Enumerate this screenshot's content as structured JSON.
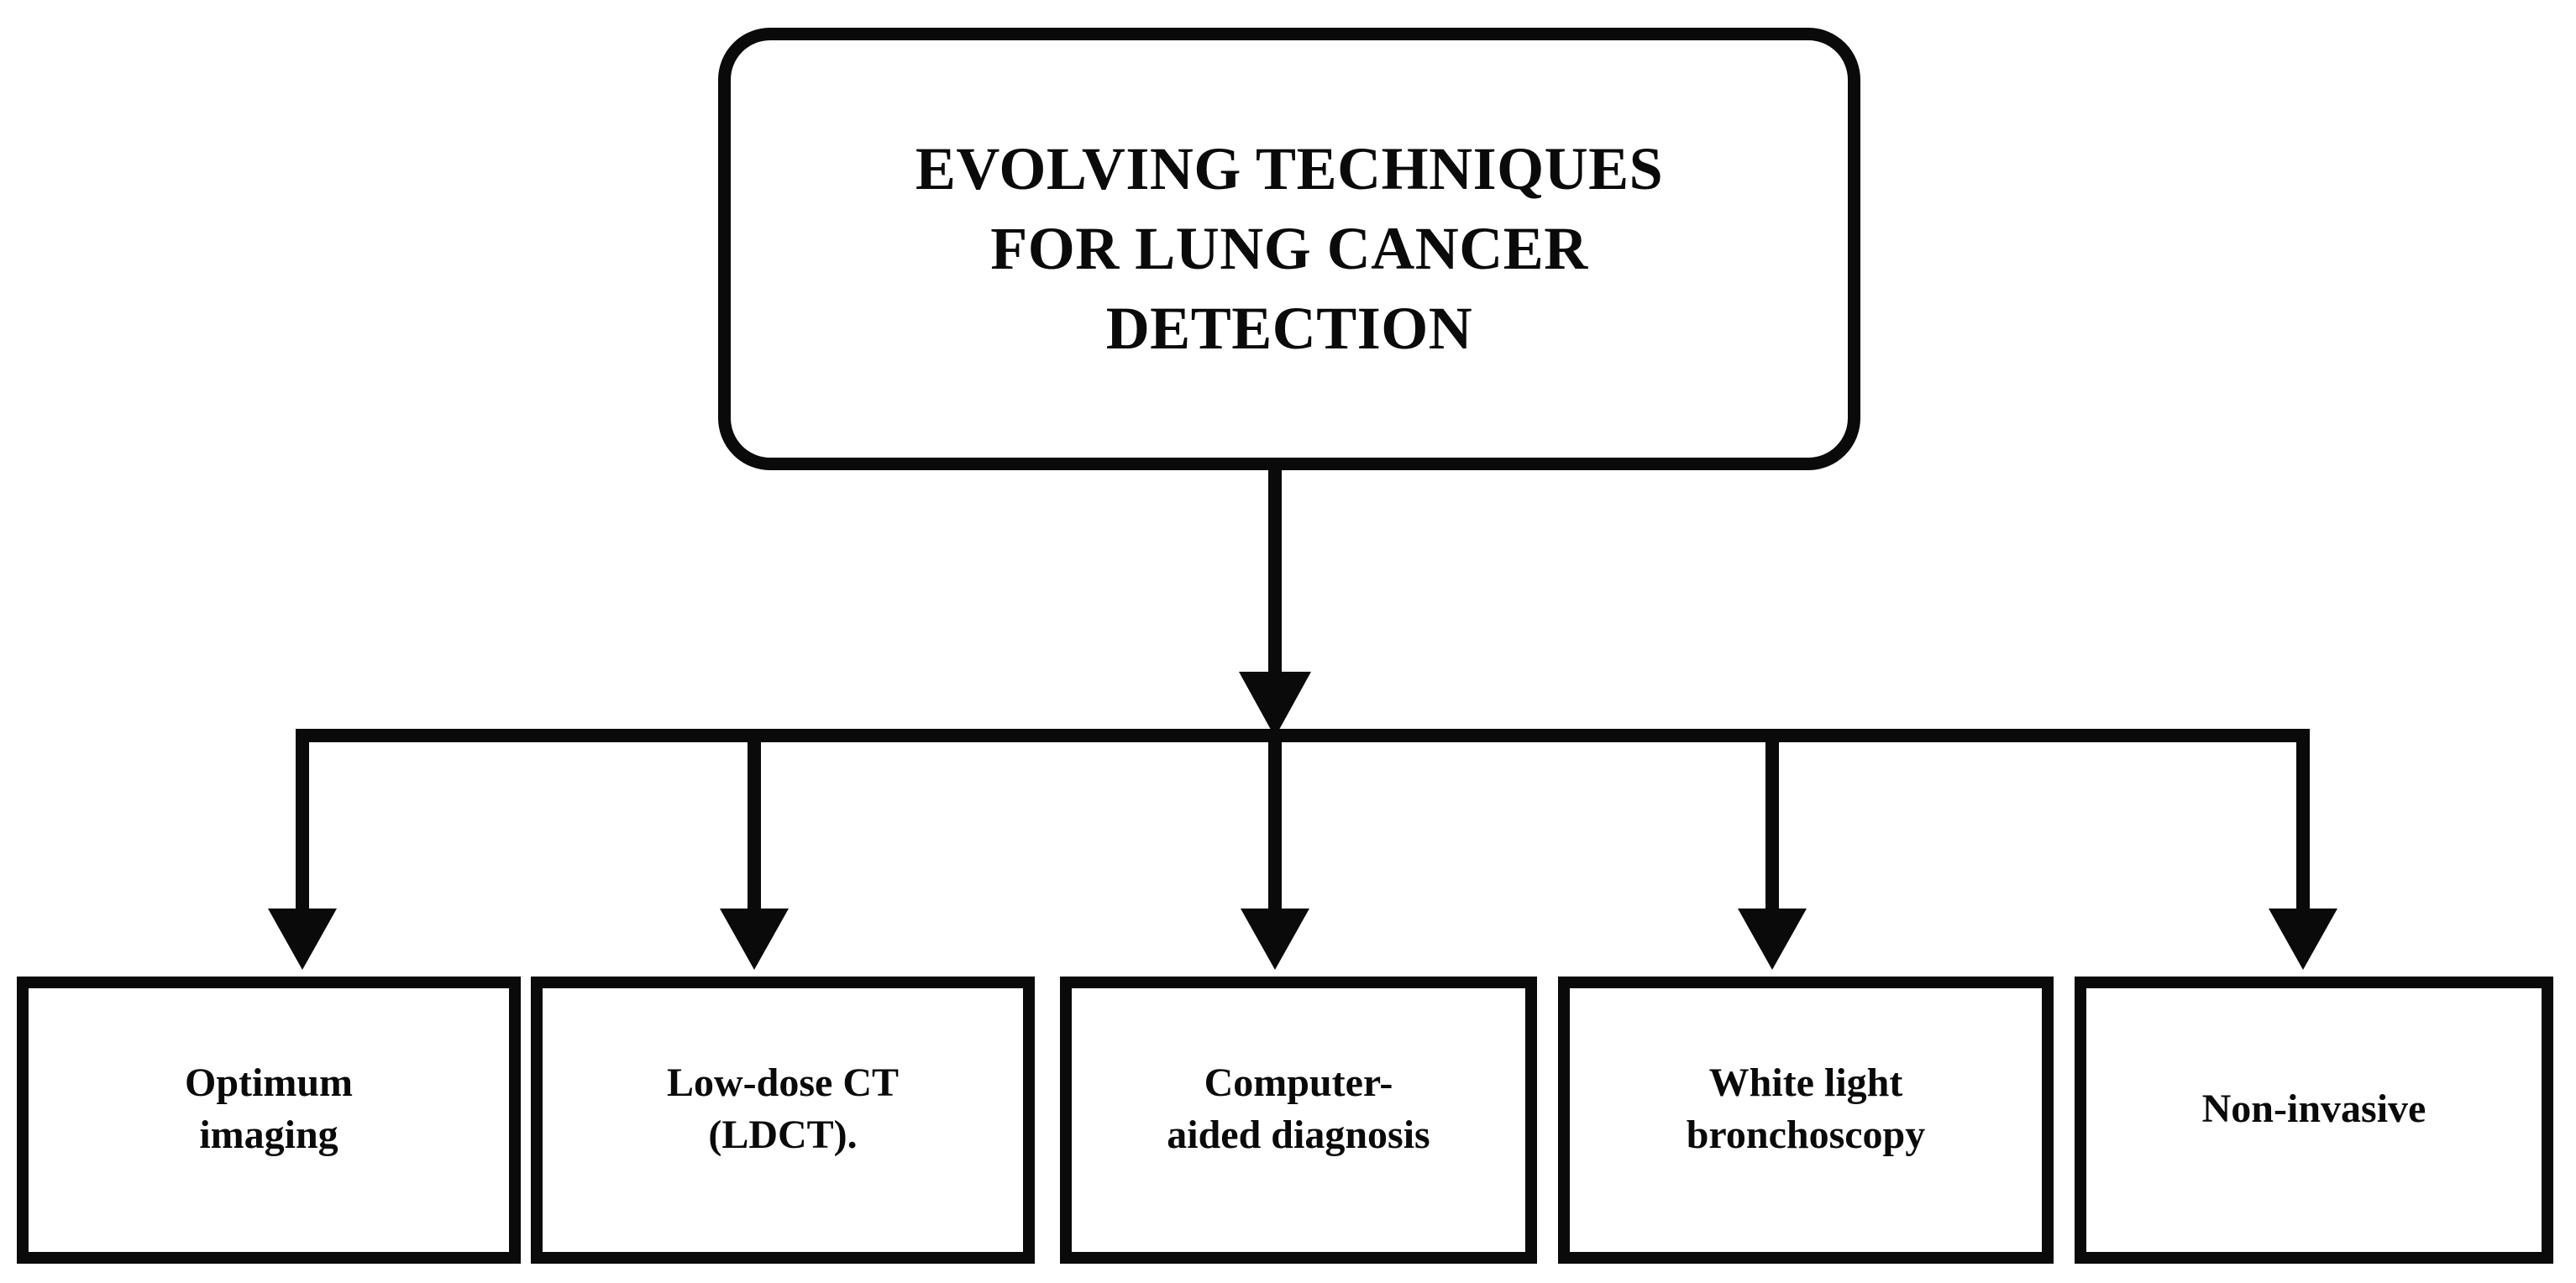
{
  "diagram": {
    "type": "flowchart",
    "orientation": "top-down",
    "root": {
      "title_lines": [
        "EVOLVING TECHNIQUES",
        "FOR LUNG CANCER",
        "DETECTION"
      ],
      "shape": "rounded-rectangle",
      "border_color": "#0a0a0a",
      "fill_color": "#ffffff"
    },
    "branches": [
      {
        "id": "optimum-imaging",
        "lines": [
          "Optimum",
          "imaging"
        ],
        "shape": "rectangle"
      },
      {
        "id": "low-dose-ct",
        "lines": [
          "Low-dose CT",
          "(LDCT)."
        ],
        "shape": "rectangle"
      },
      {
        "id": "computer-aided-diagnosis",
        "lines": [
          "Computer-",
          "aided diagnosis"
        ],
        "shape": "rectangle"
      },
      {
        "id": "white-light-bronchoscopy",
        "lines": [
          "White light",
          "bronchoscopy"
        ],
        "shape": "rectangle"
      },
      {
        "id": "non-invasive",
        "lines": [
          "Non-invasive"
        ],
        "shape": "rectangle"
      }
    ],
    "connectors": {
      "style": "orthogonal-with-arrowheads",
      "color": "#0a0a0a",
      "stem_label": "main-stem-arrow",
      "bus_label": "horizontal-distribution-bar",
      "arrow_count": 5
    },
    "colors": {
      "line": "#0a0a0a",
      "background": "#ffffff",
      "text": "#0a0a0a"
    }
  }
}
